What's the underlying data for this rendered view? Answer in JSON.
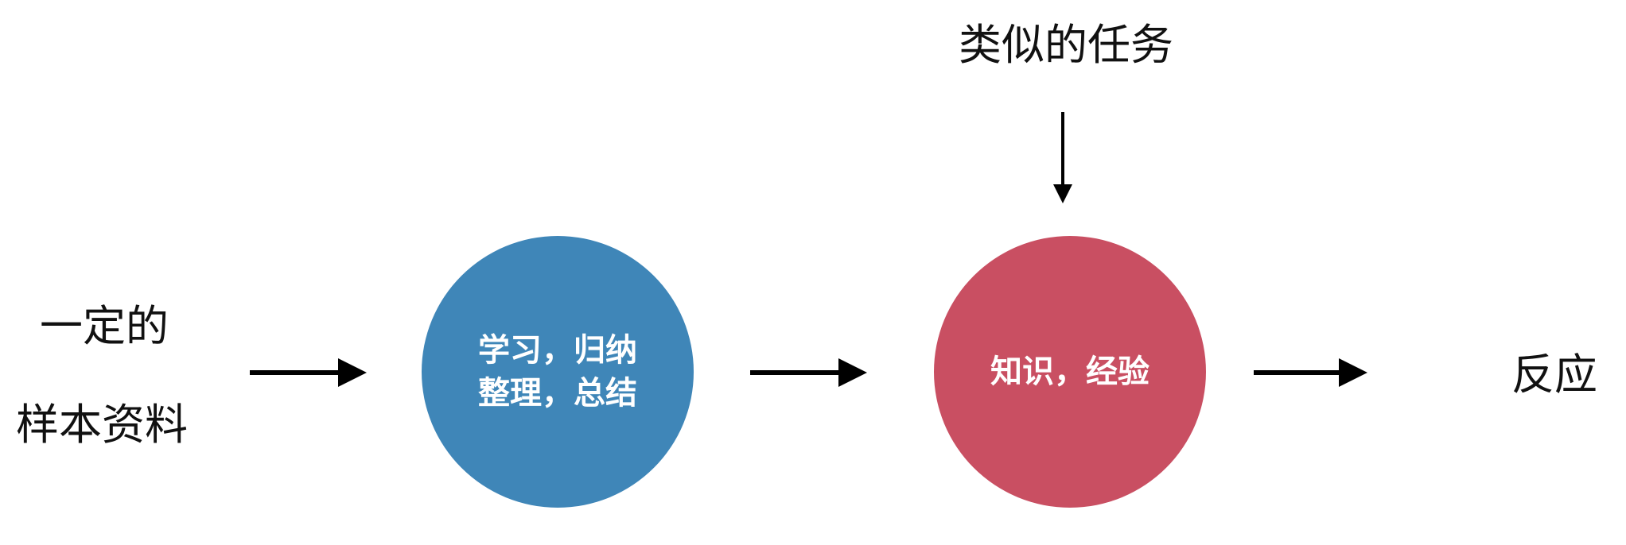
{
  "input": {
    "line1": "一定的",
    "line2": "样本资料"
  },
  "process": {
    "line1": "学习，归纳",
    "line2": "整理，总结",
    "color": "#3f86b8"
  },
  "knowledge": {
    "label": "知识，经验",
    "color": "#c94f62"
  },
  "task": {
    "label": "类似的任务"
  },
  "output": {
    "label": "反应"
  }
}
